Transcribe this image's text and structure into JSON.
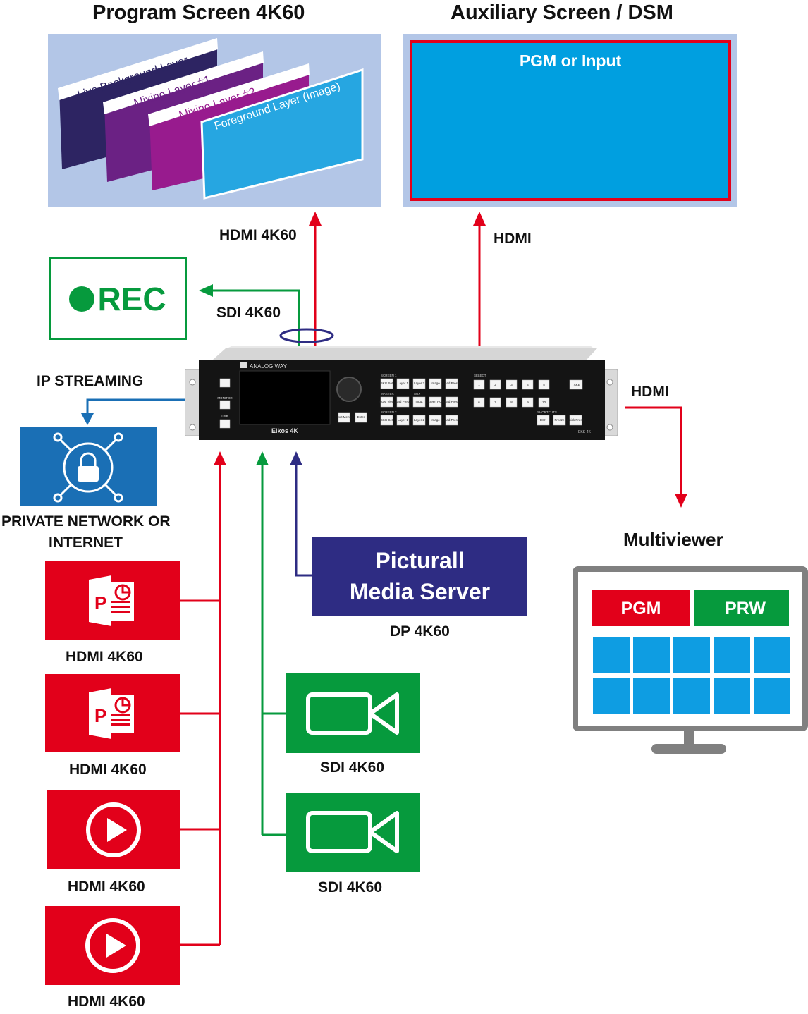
{
  "program_screen": {
    "title": "Program Screen 4K60",
    "layers": [
      "Live Background Layer",
      "Mixing Layer #1",
      "Mixing Layer #2",
      "Foreground Layer (Image)"
    ]
  },
  "aux_screen": {
    "title": "Auxiliary Screen / DSM",
    "content_label": "PGM or Input"
  },
  "links": {
    "program_output": "HDMI 4K60",
    "aux_output": "HDMI",
    "rec_output": "SDI 4K60",
    "ip_streaming": "IP STREAMING",
    "multiviewer_output": "HDMI",
    "media_server_input": "DP 4K60"
  },
  "rec": {
    "label": "REC"
  },
  "network": {
    "label_line1": "PRIVATE NETWORK OR",
    "label_line2": "INTERNET"
  },
  "device": {
    "brand": "ANALOG WAY",
    "model": "Eikos 4K",
    "model_code": "EKS-4K",
    "left_labels": [
      "MONITOR",
      "USB"
    ],
    "section_labels": [
      "SCREEN 1",
      "MASTER",
      "AUX",
      "SCREEN 2",
      "SELECT",
      "SHORTCUTS"
    ],
    "nav_buttons": [
      "Exit Menu",
      "Enter"
    ],
    "grid_buttons": [
      [
        "BKG Set",
        "Layer 1",
        "Layer 2",
        "Image",
        "Load Preset"
      ],
      [
        "PGM View",
        "Load Preset",
        "Input",
        "Screen PGM",
        "Load Preset"
      ],
      [
        "BKG Set",
        "Layer 1",
        "Layer 2",
        "Image",
        "Load Preset"
      ]
    ],
    "select_buttons": [
      "1",
      "2",
      "3",
      "4",
      "5",
      "6",
      "7",
      "8",
      "9",
      "10"
    ],
    "take_button": "TAKE",
    "shortcut_buttons": [
      "DSK",
      "Freeze",
      "Quick Preset"
    ]
  },
  "media_server": {
    "line1": "Picturall",
    "line2": "Media Server"
  },
  "multiviewer": {
    "title": "Multiviewer",
    "pgm": "PGM",
    "prw": "PRW"
  },
  "sources": [
    {
      "type": "powerpoint-icon",
      "label": "HDMI 4K60"
    },
    {
      "type": "powerpoint-icon",
      "label": "HDMI 4K60"
    },
    {
      "type": "play-icon",
      "label": "HDMI 4K60"
    },
    {
      "type": "play-icon",
      "label": "HDMI 4K60"
    }
  ],
  "cameras": [
    {
      "type": "camera-icon",
      "label": "SDI 4K60"
    },
    {
      "type": "camera-icon",
      "label": "SDI 4K60"
    }
  ],
  "colors": {
    "red": "#e2001a",
    "green": "#069a3d",
    "blue": "#1a6fb5",
    "navy": "#2e2c83",
    "screen_bg": "#b3c6e7",
    "aux_fill": "#009fe0",
    "layer1": "#2d2462",
    "layer2": "#6b2184",
    "layer3": "#981b8e",
    "layer4": "#26a6e1",
    "tile": "#0e9de2",
    "monitor_frame": "#808080"
  }
}
